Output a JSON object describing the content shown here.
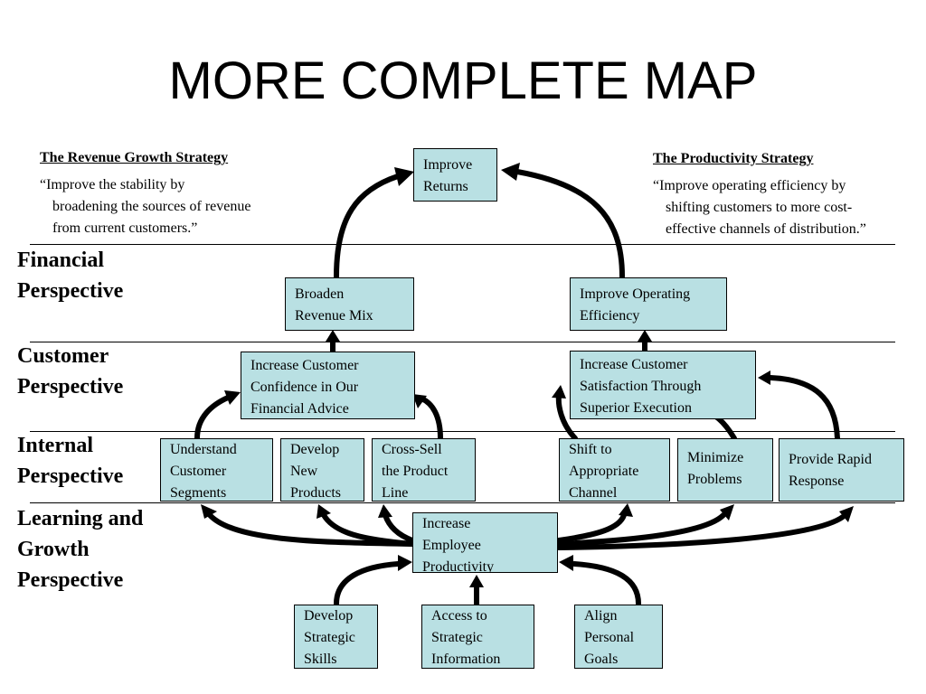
{
  "title": "MORE COMPLETE MAP",
  "revenue_strategy": {
    "heading": "The Revenue Growth Strategy",
    "quote_lines": [
      "“Improve the stability by",
      "broadening the sources of revenue",
      "from current customers.”"
    ]
  },
  "productivity_strategy": {
    "heading": "The Productivity Strategy",
    "quote_lines": [
      "“Improve operating efficiency by",
      "shifting customers to more cost-",
      "effective channels of distribution.”"
    ]
  },
  "perspectives": {
    "financial": [
      "Financial",
      "Perspective"
    ],
    "customer": [
      "Customer",
      "Perspective"
    ],
    "internal": [
      "Internal",
      "Perspective"
    ],
    "learning": [
      "Learning and",
      "Growth",
      "Perspective"
    ]
  },
  "boxes": {
    "improve_returns": [
      "Improve",
      "Returns"
    ],
    "broaden_revenue_mix": [
      "Broaden",
      "Revenue Mix"
    ],
    "improve_operating_efficiency": [
      "Improve Operating",
      "Efficiency"
    ],
    "increase_customer_confidence": [
      "Increase Customer",
      "Confidence in Our",
      "Financial Advice"
    ],
    "increase_customer_satisfaction": [
      "Increase Customer",
      "Satisfaction Through",
      "Superior Execution"
    ],
    "understand_customer_segments": [
      "Understand",
      "Customer",
      "Segments"
    ],
    "develop_new_products": [
      "Develop",
      "New",
      "Products"
    ],
    "cross_sell": [
      "Cross-Sell",
      "the Product",
      "Line"
    ],
    "shift_channel": [
      "Shift to",
      "Appropriate",
      "Channel"
    ],
    "minimize_problems": [
      "Minimize",
      "Problems"
    ],
    "provide_rapid_response": [
      "Provide Rapid",
      "Response"
    ],
    "increase_employee_productivity": [
      "Increase",
      "Employee",
      "Productivity"
    ],
    "develop_strategic_skills": [
      "Develop",
      "Strategic",
      "Skills"
    ],
    "access_strategic_information": [
      "Access to",
      "Strategic",
      "Information"
    ],
    "align_personal_goals": [
      "Align",
      "Personal",
      "Goals"
    ]
  },
  "colors": {
    "box_fill": "#b9e0e3",
    "arrow": "#000000"
  }
}
